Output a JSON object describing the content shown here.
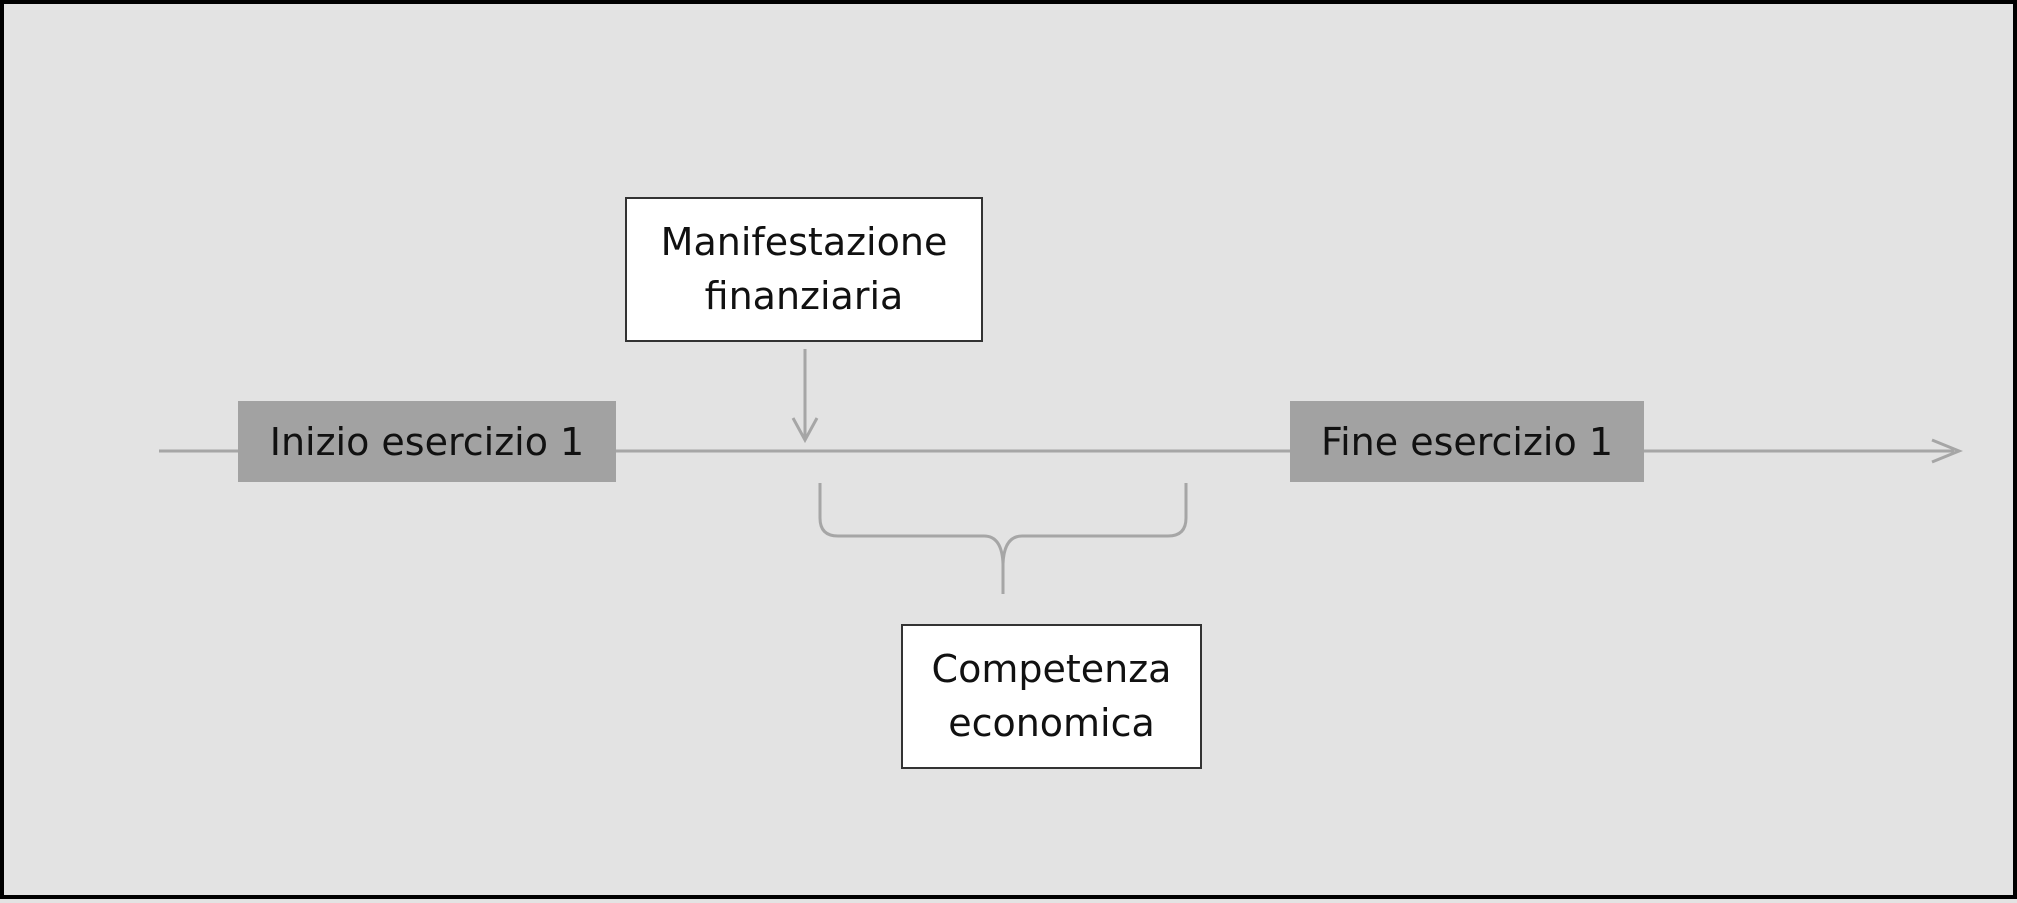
{
  "timeline": {
    "start_label": "Inizio esercizio 1",
    "end_label": "Fine esercizio 1"
  },
  "callouts": {
    "financial": {
      "line1": "Manifestazione",
      "line2": "finanziaria"
    },
    "economic": {
      "line1": "Competenza",
      "line2": "economica"
    }
  },
  "colors": {
    "background": "#e3e3e3",
    "label_fill": "#a2a2a2",
    "line": "#a6a6a6",
    "border": "#000000"
  }
}
